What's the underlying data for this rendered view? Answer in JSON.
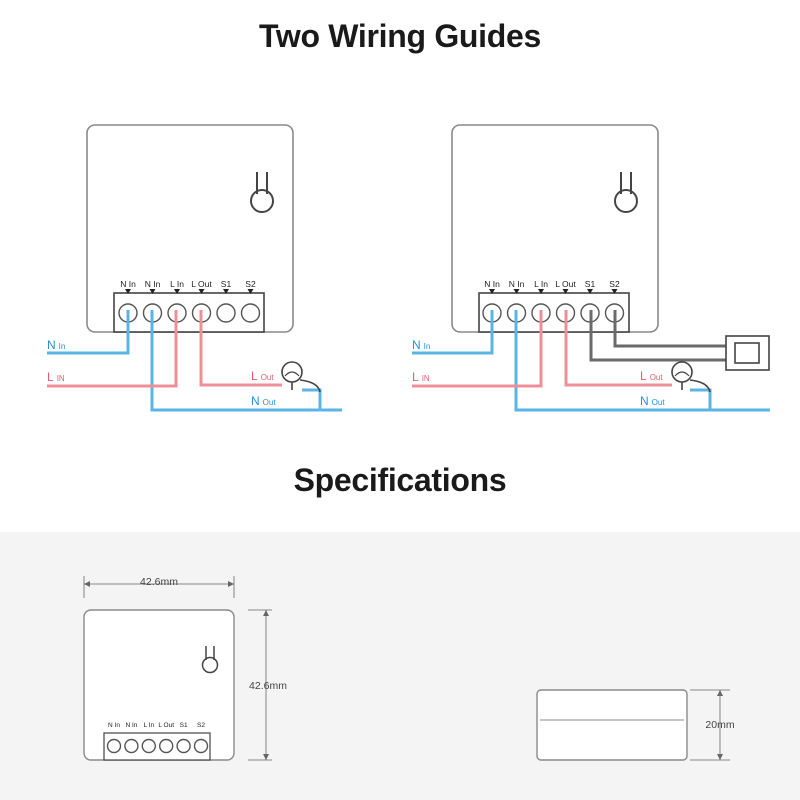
{
  "wiring_title": "Two Wiring Guides",
  "spec_title": "Specifications",
  "terminals": [
    "N In",
    "N In",
    "L In",
    "L Out",
    "S1",
    "S2"
  ],
  "wire_labels": {
    "n_in": "N",
    "n_in_sub": "In",
    "l_in": "L",
    "l_in_sub": "IN",
    "l_out": "L",
    "l_out_sub": "Out",
    "n_out": "N",
    "n_out_sub": "Out"
  },
  "dimensions": {
    "width": "42.6mm",
    "height": "42.6mm",
    "depth": "20mm"
  },
  "spec_terminals": [
    "N In",
    "N In",
    "L In",
    "L Out",
    "S1",
    "S2"
  ],
  "colors": {
    "neutral_wire": "#5ab4e6",
    "live_wire": "#ee8f97",
    "switch_wire": "#6a6a6a",
    "device_outline": "#8a8a8a"
  }
}
